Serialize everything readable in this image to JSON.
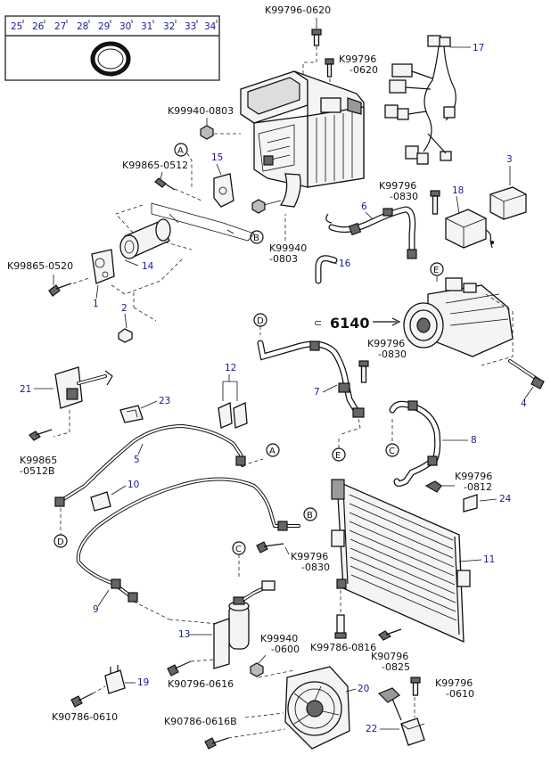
{
  "legend_box": {
    "indices": [
      "25",
      "26",
      "27",
      "28",
      "29",
      "30",
      "31",
      "32",
      "33",
      "34"
    ]
  },
  "main_callout": "6140",
  "part_numbers": {
    "p1": "1",
    "p2": "2",
    "p3": "3",
    "p4": "4",
    "p5": "5",
    "p6": "6",
    "p7": "7",
    "p8": "8",
    "p9": "9",
    "p10": "10",
    "p11": "11",
    "p12": "12",
    "p13": "13",
    "p14": "14",
    "p15": "15",
    "p16": "16",
    "p17": "17",
    "p18": "18",
    "p19": "19",
    "p20": "20",
    "p21": "21",
    "p22": "22",
    "p23": "23",
    "p24": "24"
  },
  "fastener_codes": {
    "c_top": "K99796-0620",
    "c_top2_a": "K99796",
    "c_top2_b": "-0620",
    "c_9940a": "K99940-0803",
    "c_9865a": "K99865-0512",
    "c_9796_0830a_a": "K99796",
    "c_9796_0830a_b": "-0830",
    "c_9940b_a": "K99940",
    "c_9940b_b": "-0803",
    "c_9865b": "K99865-0520",
    "c_9796_0830b_a": "K99796",
    "c_9796_0830b_b": "-0830",
    "c_9865c_a": "K99865",
    "c_9865c_b": "-0512B",
    "c_9796_0812_a": "K99796",
    "c_9796_0812_b": "-0812",
    "c_9796_0830c_a": "K99796",
    "c_9796_0830c_b": "-0830",
    "c_9940c_a": "K99940",
    "c_9940c_b": "-0600",
    "c_9786_0816": "K99786-0816",
    "c_9796_0825_a": "K90796",
    "c_9796_0825_b": "-0825",
    "c_90796_0616": "K90796-0616",
    "c_90786_0610": "K90786-0610",
    "c_9796_0610_a": "K99796",
    "c_9796_0610_b": "-0610",
    "c_90786_0616b": "K90786-0616B"
  },
  "connection_refs": {
    "A": "A",
    "B": "B",
    "C": "C",
    "D": "D",
    "E": "E"
  }
}
